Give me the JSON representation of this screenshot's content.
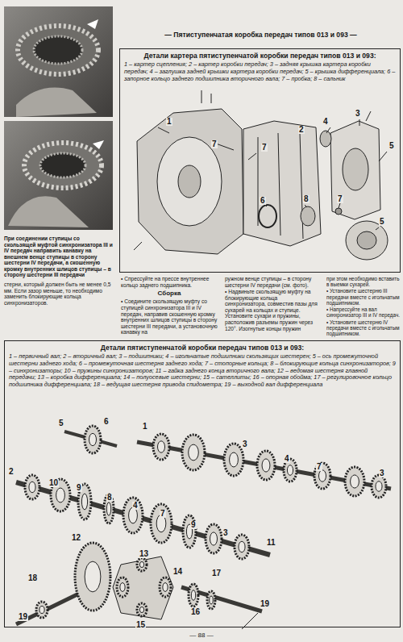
{
  "diagram": {
    "title": "— Пятиступенчатая коробка передач типов 013 и 093 —",
    "nodes": [
      {
        "text": [
          "Детали картера пятиступенчатой коробки передач типов 013 и 093:",
          "1 – картер сцепления; 2 – картер коробки передач; 3 – задняя крышка картера коробки передач; 4 – заглушка задней крышки картера коробки передач; 5 – крышка дифференциала; 6 – запорное кольцо заднего подшипника вторичного вала; 7 – пробка; 8 – сальник"
        ]
      },
      {
        "text": [
          "Детали пятиступенчатой коробки передач типов 013 и 093:",
          "1 – первичный вал; 2 – вторичный вал; 3 – подшипники; 4 – игольчатые подшипники скользящих шестерен; 5 – ось промежуточной шестерни заднего хода; 6 – промежуточная шестерня заднего хода; 7 – стопорные кольца; 8 – блокирующие кольца синхронизаторов; 9 – синхронизаторы; 10 – пружины синхронизаторов; 11 – гайка заднего конца вторичного вала; 12 – ведомая шестерня главной передачи; 13 – коробка дифференциала; 14 – полуосевые шестерни; 15 – сателлиты; 16 – опорная обойма; 17 – регулировочное кольцо подшипника дифференциала; 18 – ведущая шестерня привода спидометра; 19 – выходной вал дифференциала"
        ]
      }
    ],
    "labels": [
      "При соединении ступицы со скользящей муфтой синхронизатора III и IV передач направить канавку на внешнем венце ступицы в сторону шестерни IV передачи, а скошенную кромку внутренних шлицов ступицы – в сторону шестерни III передачи",
      "стерни, который должен быть не менее 0,5 мм. Если зазор меньше, то необходимо заменить блокирующие кольца синхронизаторов.",
      "• Спрессуйте на прессе внутреннее кольцо заднего подшипника.",
      "Сборка",
      "• Соедините скользящую муфту со ступицей синхронизатора III и IV передач, направив скошенную кромку внутренних шлицов ступицы в сторону шестерни III передачи, а установочную канавку на",
      "ружном венце ступицы – в сторону шестерни IV передачи (см. фото).",
      "• Надвиньте скользящую муфту на блокирующие кольца синхронизатора, совместив пазы для сухарей на кольцах и ступице. Установите сухари и пружины, расположив разъемы пружин через 120°. Изогнутые концы пружин",
      "при этом необходимо вставить в выемки сухарей.",
      "• Установите шестерню III передачи вместе с игольчатым подшипником.",
      "• Напрессуйте на вал синхронизатор III и IV передач.",
      "• Установите шестерню IV передачи вместе с игольчатым подшипником.",
      "1",
      "7",
      "7",
      "2",
      "4",
      "3",
      "5",
      "6",
      "8",
      "7",
      "5",
      "5",
      "6",
      "1",
      "3",
      "4",
      "7",
      "3",
      "2",
      "10",
      "9",
      "8",
      "4",
      "7",
      "9",
      "3",
      "11",
      "12",
      "13",
      "14",
      "15",
      "16",
      "17",
      "18",
      "19",
      "19",
      "— 88 —"
    ]
  }
}
